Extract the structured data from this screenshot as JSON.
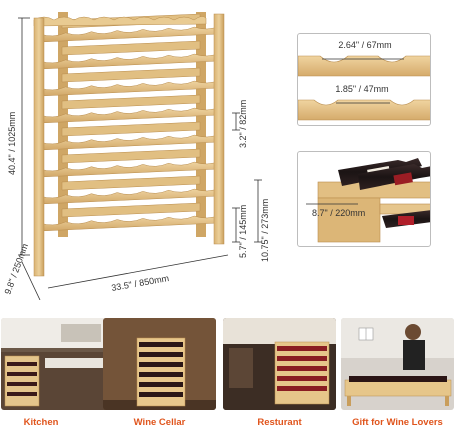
{
  "dimensions": {
    "height": "40.4\" / 1025mm",
    "width": "33.5\" / 850mm",
    "depth": "9.8\" / 250mm",
    "shelf_gap": "3.2\" / 82mm",
    "bottom_clearance": "5.7\" / 145mm",
    "lower_gap": "10.75\" / 273mm"
  },
  "detail_top": {
    "large_slot": "2.64\" / 67mm",
    "small_slot": "1.85\" / 47mm"
  },
  "detail_bottom": {
    "shelf_depth": "8.7\" / 220mm"
  },
  "scenes": [
    {
      "label": "Kitchen"
    },
    {
      "label": "Wine  Cellar"
    },
    {
      "label": "Resturant"
    },
    {
      "label": "Gift for Wine Lovers"
    }
  ],
  "colors": {
    "wood_light": "#e8c98e",
    "wood_mid": "#d9b273",
    "wood_dark": "#b98d4e",
    "label_accent": "#e0551d"
  }
}
